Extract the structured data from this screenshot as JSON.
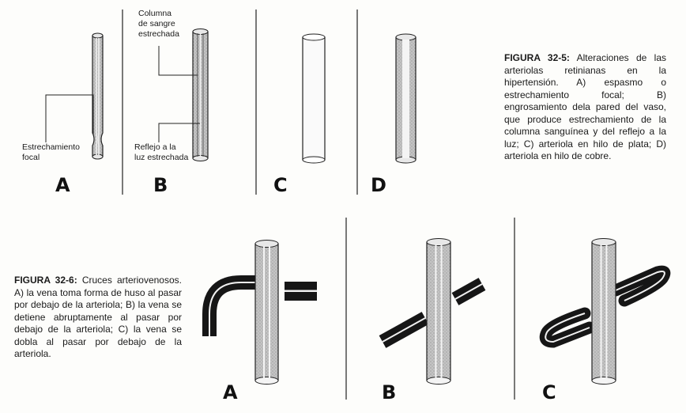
{
  "figure_32_5": {
    "panels": [
      "A",
      "B",
      "C",
      "D"
    ],
    "labels": {
      "focal_narrowing_1": "Estrechamiento",
      "focal_narrowing_2": "focal",
      "narrow_column_1": "Columna",
      "narrow_column_2": "de sangre",
      "narrow_column_3": "estrechada",
      "narrow_reflex_1": "Reflejo a la",
      "narrow_reflex_2": "luz estrechada"
    },
    "caption": {
      "lead": "FIGURA 32-5:",
      "text": "Alteraciones de las arteriolas retinianas en la hipertensión. A) espasmo o estrechamiento focal; B) engrosamiento dela pared del vaso, que produce estrechamiento de la columna sanguínea y del reflejo a la luz; C) arteriola en hilo de plata; D) arteriola en hilo de cobre."
    }
  },
  "figure_32_6": {
    "panels": [
      "A",
      "B",
      "C"
    ],
    "caption": {
      "lead": "FIGURA 32-6:",
      "text": "Cruces arteriovenosos. A) la vena toma forma de huso al pasar por debajo de la arteriola; B) la vena se detiene abruptamente al pasar por debajo de la arteriola; C) la vena se dobla al pasar por debajo de la arteriola."
    }
  },
  "colors": {
    "ink": "#1a1a1a",
    "vessel_fill": "#bdbdbd",
    "reflex": "#f2f2f2",
    "vein": "#161616"
  }
}
